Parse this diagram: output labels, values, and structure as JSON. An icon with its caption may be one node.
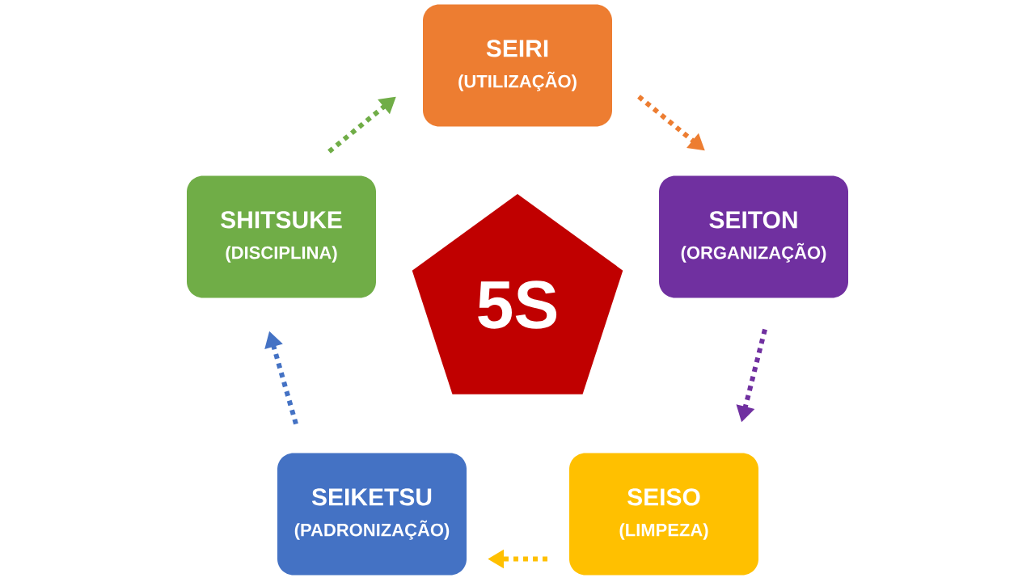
{
  "diagram": {
    "nodes": [
      {
        "text": [
          "SEIRI",
          "(UTILIZAÇÃO)"
        ]
      },
      {
        "text": [
          "SEITON",
          "(ORGANIZAÇÃO)"
        ]
      },
      {
        "text": [
          "SEISO",
          "(LIMPEZA)"
        ]
      },
      {
        "text": [
          "SEIKETSU",
          "(PADRONIZAÇÃO)"
        ]
      },
      {
        "text": [
          "SHITSUKE",
          "(DISCIPLINA)"
        ]
      },
      {
        "text": [
          "5S"
        ]
      }
    ],
    "edges": [
      {
        "from": 0,
        "to": 1,
        "arrow": "to",
        "style": "dashed",
        "color": "#ed7d31"
      },
      {
        "from": 1,
        "to": 2,
        "arrow": "to",
        "style": "dashed",
        "color": "#7030a0"
      },
      {
        "from": 2,
        "to": 3,
        "arrow": "to",
        "style": "dashed",
        "color": "#ffc000"
      },
      {
        "from": 3,
        "to": 4,
        "arrow": "to",
        "style": "dashed",
        "color": "#4472c4"
      },
      {
        "from": 4,
        "to": 0,
        "arrow": "to",
        "style": "dashed",
        "color": "#70ad47"
      }
    ]
  }
}
